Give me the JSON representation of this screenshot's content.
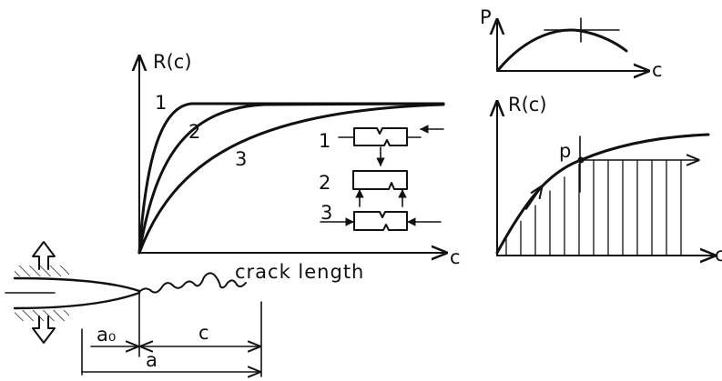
{
  "main_plot": {
    "y_axis_label": "R(c)",
    "x_axis_label": "c",
    "x_caption": "crack length",
    "curve_labels": [
      "1",
      "2",
      "3"
    ]
  },
  "specimen_legend": {
    "labels": [
      "1",
      "2",
      "3"
    ]
  },
  "crack_sketch": {
    "initial_crack_label": "a₀",
    "growth_label": "c",
    "total_label": "a"
  },
  "p_plot": {
    "y_axis_label": "P",
    "x_axis_label": "c"
  },
  "r_plot": {
    "y_axis_label": "R(c)",
    "x_axis_label": "c",
    "point_label": "p"
  },
  "colors": {
    "ink": "#111111",
    "background": "#ffffff"
  }
}
